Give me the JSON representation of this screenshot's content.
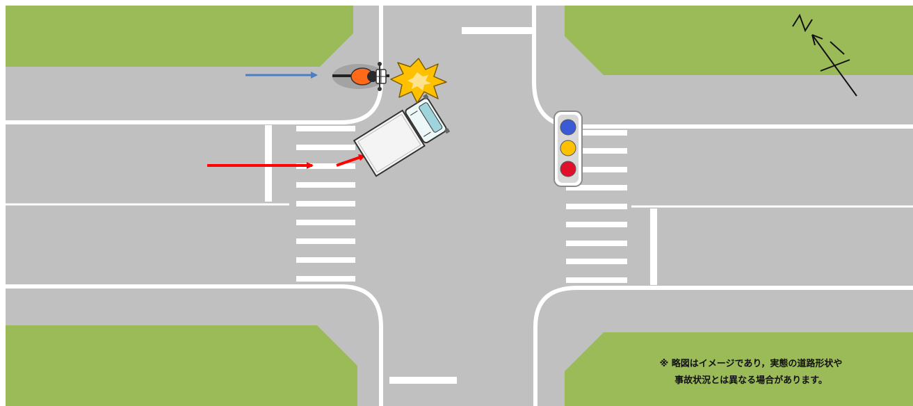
{
  "colors": {
    "grass": "#9bbb59",
    "road": "#c0c0c0",
    "lane_line": "#ffffff",
    "truck_arrow": "#ff0000",
    "bicycle_arrow": "#4a7fc8",
    "rider": "#ff6a1a",
    "collision": "#ffc000",
    "signal_green": "#3b5bd6",
    "signal_yellow": "#ffc000",
    "signal_red": "#e0102a"
  },
  "compass": {
    "icon": "north-arrow-icon"
  },
  "traffic_signal": {
    "icon": "traffic-signal-icon",
    "lights": [
      "green",
      "yellow",
      "red"
    ]
  },
  "vehicles": {
    "truck": "truck-icon",
    "bicycle": "bicycle-icon",
    "impact": "collision-burst-icon"
  },
  "note": {
    "line1": "※ 略図はイメージであり，実態の道路形状や",
    "line2": "事故状況とは異なる場合があります。"
  }
}
